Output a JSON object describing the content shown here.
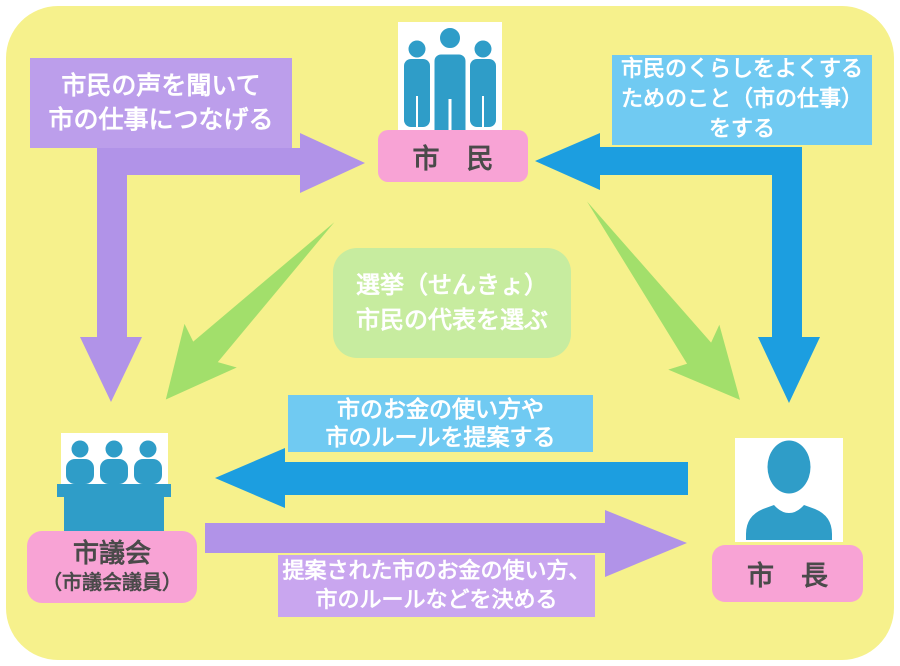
{
  "palette": {
    "background": "#FFFFFF",
    "board_yellow": "#F6F18C",
    "purple_arrow": "#B193E8",
    "purple_box": "#BC9EEB",
    "purple_label_box": "#C9A6EF",
    "blue_arrow": "#1C9EE0",
    "blue_box": "#70CAF2",
    "green_arrow": "#A2DF6B",
    "green_box": "#C7EC9F",
    "pink_label": "#F8A3D5",
    "icon_blue": "#2F9DC8",
    "dark_text": "#4A4A4A"
  },
  "nodes": {
    "citizens": {
      "label": "市　民"
    },
    "council": {
      "label": "市議会",
      "sublabel": "（市議会議員）"
    },
    "mayor": {
      "label": "市　長"
    }
  },
  "callouts": {
    "listen": {
      "line1": "市民の声を聞いて",
      "line2": "市の仕事につなげる"
    },
    "work": {
      "line1": "市民のくらしをよくする",
      "line2": "ためのこと（市の仕事）",
      "line3": "をする"
    },
    "election": {
      "line1": "選挙（せんきょ）",
      "line2": "市民の代表を選ぶ"
    },
    "propose": {
      "line1": "市のお金の使い方や",
      "line2": "市のルールを提案する"
    },
    "decide": {
      "line1": "提案された市のお金の使い方、",
      "line2": "市のルールなどを決める"
    }
  }
}
